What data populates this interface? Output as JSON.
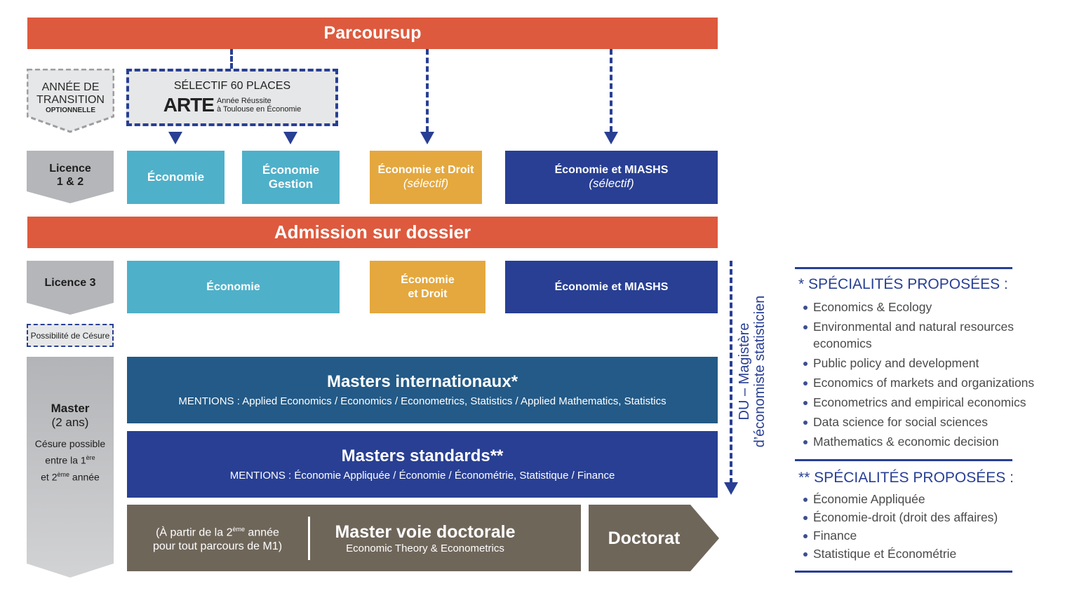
{
  "banners": {
    "parcoursup": "Parcoursup",
    "admission": "Admission sur dossier"
  },
  "steps": {
    "transition": {
      "line1": "ANNÉE DE",
      "line2": "TRANSITION",
      "line3": "OPTIONNELLE"
    },
    "licence12": {
      "line1": "Licence",
      "line2": "1 & 2"
    },
    "licence3": "Licence 3",
    "cesure": "Possibilité de Césure",
    "master": {
      "title": "Master",
      "duration": "(2 ans)",
      "note1": "Césure possible",
      "note2_pre": "entre la 1",
      "note2_sup": "ère",
      "note3_pre": "et 2",
      "note3_sup": "ème",
      "note3_post": " année"
    }
  },
  "arte": {
    "header": "SÉLECTIF 60 PLACES",
    "acronym": "ARTE",
    "expansion1": "Année Réussite",
    "expansion2": "à Toulouse en Économie"
  },
  "licence12_programs": [
    {
      "title": "Économie",
      "note": ""
    },
    {
      "title": "Économie",
      "title2": "Gestion",
      "note": ""
    },
    {
      "title": "Économie et Droit",
      "note": "(sélectif)"
    },
    {
      "title": "Économie et MIASHS",
      "note": "(sélectif)"
    }
  ],
  "licence3_programs": [
    {
      "title": "Économie"
    },
    {
      "title": "Économie",
      "title2": "et Droit"
    },
    {
      "title": "Économie et MIASHS"
    }
  ],
  "masters_internationaux": {
    "title": "Masters internationaux*",
    "mentions": "MENTIONS :  Applied Economics / Economics / Econometrics, Statistics / Applied Mathematics, Statistics"
  },
  "masters_standards": {
    "title": "Masters standards**",
    "mentions": "MENTIONS : Économie Appliquée / Économie / Économétrie, Statistique / Finance"
  },
  "voie_doctorale": {
    "left_line1_pre": "(À partir de la 2",
    "left_line1_sup": "ème",
    "left_line1_post": " année",
    "left_line2": "pour tout parcours de M1)",
    "title": "Master voie doctorale",
    "subtitle": "Economic Theory & Econometrics"
  },
  "doctorat": "Doctorat",
  "magistere": {
    "line1": "DU – Magistère",
    "line2": "d’économiste statisticien"
  },
  "specialites_internationaux": {
    "title": "* SPÉCIALITÉS PROPOSÉES :",
    "items": [
      "Economics & Ecology",
      "Environmental and natural resources economics",
      "Public policy and development",
      "Economics of markets and organizations",
      "Econometrics and empirical economics",
      "Data science for social sciences",
      "Mathematics & economic decision"
    ]
  },
  "specialites_standards": {
    "title": "** SPÉCIALITÉS PROPOSÉES :",
    "items": [
      "Économie Appliquée",
      "Économie-droit (droit des affaires)",
      "Finance",
      "Statistique et Économétrie"
    ]
  },
  "colors": {
    "orange": "#dd5a3e",
    "teal": "#4fb0c9",
    "gold": "#e4a83f",
    "navy": "#283f93",
    "steel": "#235a87",
    "taupe": "#6f665a",
    "grey_step": "#b5b6b9"
  }
}
